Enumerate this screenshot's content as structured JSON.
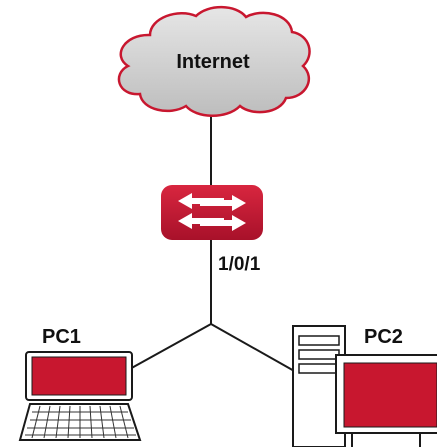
{
  "cloud": {
    "label": "Internet",
    "fill": "#d2d2d2",
    "outline": "#c8172f"
  },
  "switch": {
    "port_label": "1/0/1",
    "color": "#c8172f"
  },
  "pc1": {
    "label": "PC1",
    "screen_color": "#c8172f"
  },
  "pc2": {
    "label": "PC2",
    "screen_color": "#c8172f"
  },
  "links": {
    "color": "#1a1a1a"
  }
}
